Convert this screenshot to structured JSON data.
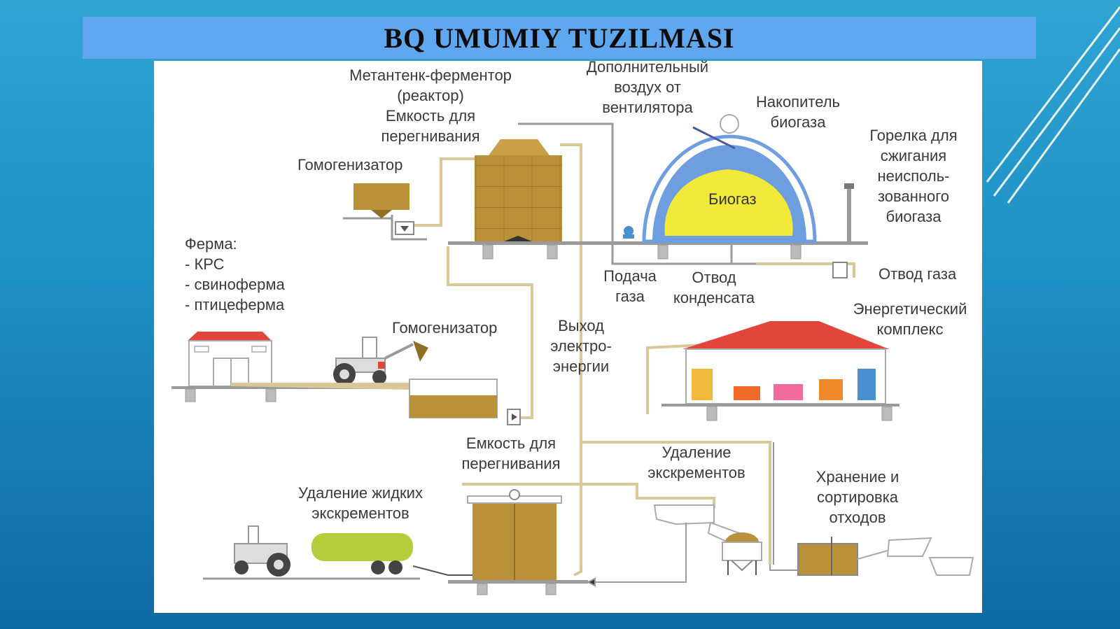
{
  "slide": {
    "title": "BQ UMUMIY TUZILMASI"
  },
  "diagram": {
    "labels": {
      "metantank": "Метантенк-ферментор\n(реактор)\nЕмкость для\nперегнивания",
      "extra_air": "Дополнительный\nвоздух от\nвентилятора",
      "storage": "Накопитель\nбиогаза",
      "burner": "Горелка для\nсжигания\nнеисполь-\nзованного\nбиогаза",
      "homogenizer_top": "Гомогенизатор",
      "farm": "Ферма:\n- КРС\n- свиноферма\n- птицеферма",
      "biogas": "Биогаз",
      "gas_supply": "Подача\nгаза",
      "condensate": "Отвод\nконденсата",
      "gas_outlet": "Отвод газа",
      "energy_complex": "Энергетический\nкомплекс",
      "homogenizer_mid": "Гомогенизатор",
      "electricity": "Выход\nэлектро-\nэнергии",
      "digestion_tank": "Емкость для\nперегнивания",
      "manure_removal": "Удаление\nэкскрементов",
      "liquid_removal": "Удаление жидких\nэкскрементов",
      "waste_storage": "Хранение и\nсортировка\nотходов"
    },
    "colors": {
      "tank": "#b8913a",
      "tank_dark": "#8f6e25",
      "pipe": "#d9c79a",
      "pipe_gray": "#9a9a9a",
      "biogas_yellow": "#f2ea3a",
      "dome_blue": "#6f9ee0",
      "roof_red": "#e2453a",
      "tanker_green": "#b6cc3a"
    }
  }
}
